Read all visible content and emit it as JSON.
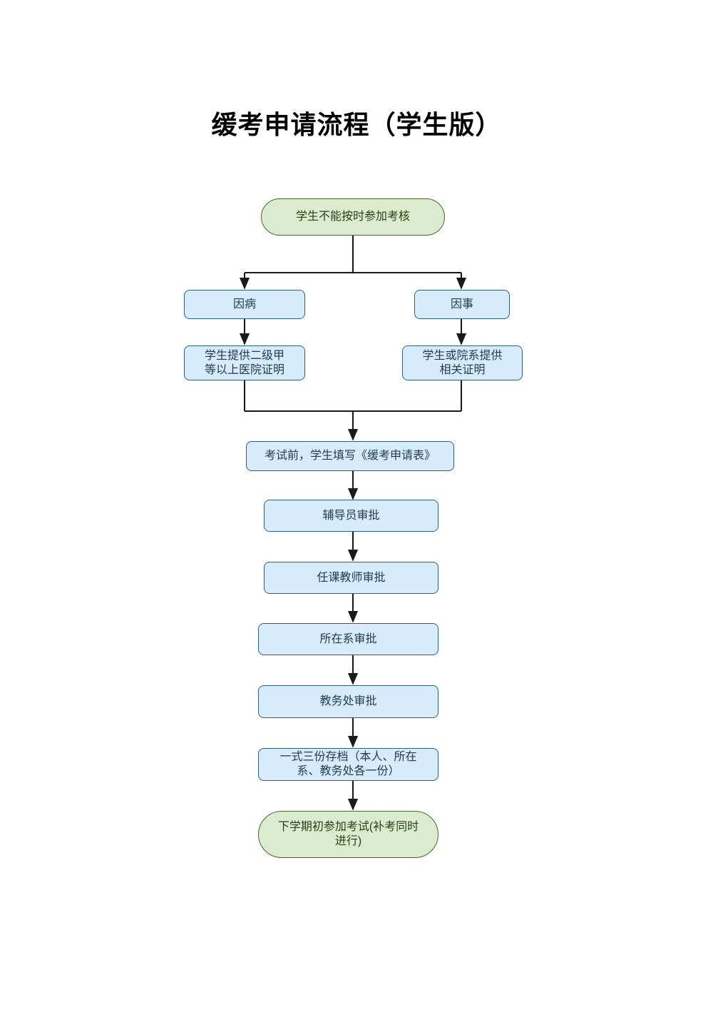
{
  "document": {
    "title": "缓考申请流程（学生版）",
    "page_background": "#ffffff"
  },
  "colors": {
    "terminal_fill": "#dcebcd",
    "terminal_border": "#3f6b2a",
    "terminal_text": "#24421a",
    "process_fill": "#d7ecfb",
    "process_border": "#2e5f80",
    "process_text": "#1f3a52",
    "connector": "#1a1a1a",
    "title_text": "#000000"
  },
  "chart_data": {
    "type": "diagram",
    "diagram_kind": "flowchart",
    "title": "缓考申请流程（学生版）",
    "direction": "top-to-bottom",
    "nodes": [
      {
        "id": "start",
        "label": "学生不能按时参加考核",
        "shape": "rounded-terminal",
        "style": "terminal"
      },
      {
        "id": "illness",
        "label": "因病",
        "shape": "rounded-rect",
        "style": "process"
      },
      {
        "id": "personal",
        "label": "因事",
        "shape": "rounded-rect",
        "style": "process"
      },
      {
        "id": "proof_ill",
        "label": "学生提供二级甲\n等以上医院证明",
        "shape": "rounded-rect",
        "style": "process"
      },
      {
        "id": "proof_per",
        "label": "学生或院系提供\n相关证明",
        "shape": "rounded-rect",
        "style": "process"
      },
      {
        "id": "form",
        "label": "考试前，学生填写《缓考申请表》",
        "shape": "rounded-rect",
        "style": "process"
      },
      {
        "id": "counselor",
        "label": "辅导员审批",
        "shape": "rounded-rect",
        "style": "process"
      },
      {
        "id": "teacher",
        "label": "任课教师审批",
        "shape": "rounded-rect",
        "style": "process"
      },
      {
        "id": "department",
        "label": "所在系审批",
        "shape": "rounded-rect",
        "style": "process"
      },
      {
        "id": "academic",
        "label": "教务处审批",
        "shape": "rounded-rect",
        "style": "process"
      },
      {
        "id": "archive",
        "label": "一式三份存档（本人、所在\n系、教务处各一份）",
        "shape": "rounded-rect",
        "style": "process"
      },
      {
        "id": "end",
        "label": "下学期初参加考试(补考同时\n进行)",
        "shape": "rounded-terminal",
        "style": "terminal"
      }
    ],
    "edges": [
      {
        "from": "start",
        "to": "illness",
        "type": "split-arrow"
      },
      {
        "from": "start",
        "to": "personal",
        "type": "split-arrow"
      },
      {
        "from": "illness",
        "to": "proof_ill",
        "type": "arrow"
      },
      {
        "from": "personal",
        "to": "proof_per",
        "type": "arrow"
      },
      {
        "from": "proof_ill",
        "to": "form",
        "type": "merge-arrow"
      },
      {
        "from": "proof_per",
        "to": "form",
        "type": "merge-arrow"
      },
      {
        "from": "form",
        "to": "counselor",
        "type": "arrow"
      },
      {
        "from": "counselor",
        "to": "teacher",
        "type": "arrow"
      },
      {
        "from": "teacher",
        "to": "department",
        "type": "arrow"
      },
      {
        "from": "department",
        "to": "academic",
        "type": "arrow"
      },
      {
        "from": "academic",
        "to": "archive",
        "type": "arrow"
      },
      {
        "from": "archive",
        "to": "end",
        "type": "arrow"
      }
    ]
  },
  "nodes": {
    "start": {
      "label": "学生不能按时参加考核"
    },
    "illness": {
      "label": "因病"
    },
    "personal": {
      "label": "因事"
    },
    "proof_ill": {
      "label": "学生提供二级甲\n等以上医院证明"
    },
    "proof_per": {
      "label": "学生或院系提供\n相关证明"
    },
    "form": {
      "label": "考试前，学生填写《缓考申请表》"
    },
    "counselor": {
      "label": "辅导员审批"
    },
    "teacher": {
      "label": "任课教师审批"
    },
    "department": {
      "label": "所在系审批"
    },
    "academic": {
      "label": "教务处审批"
    },
    "archive": {
      "label": "一式三份存档（本人、所在\n系、教务处各一份）"
    },
    "end": {
      "label": "下学期初参加考试(补考同时\n进行)"
    }
  }
}
